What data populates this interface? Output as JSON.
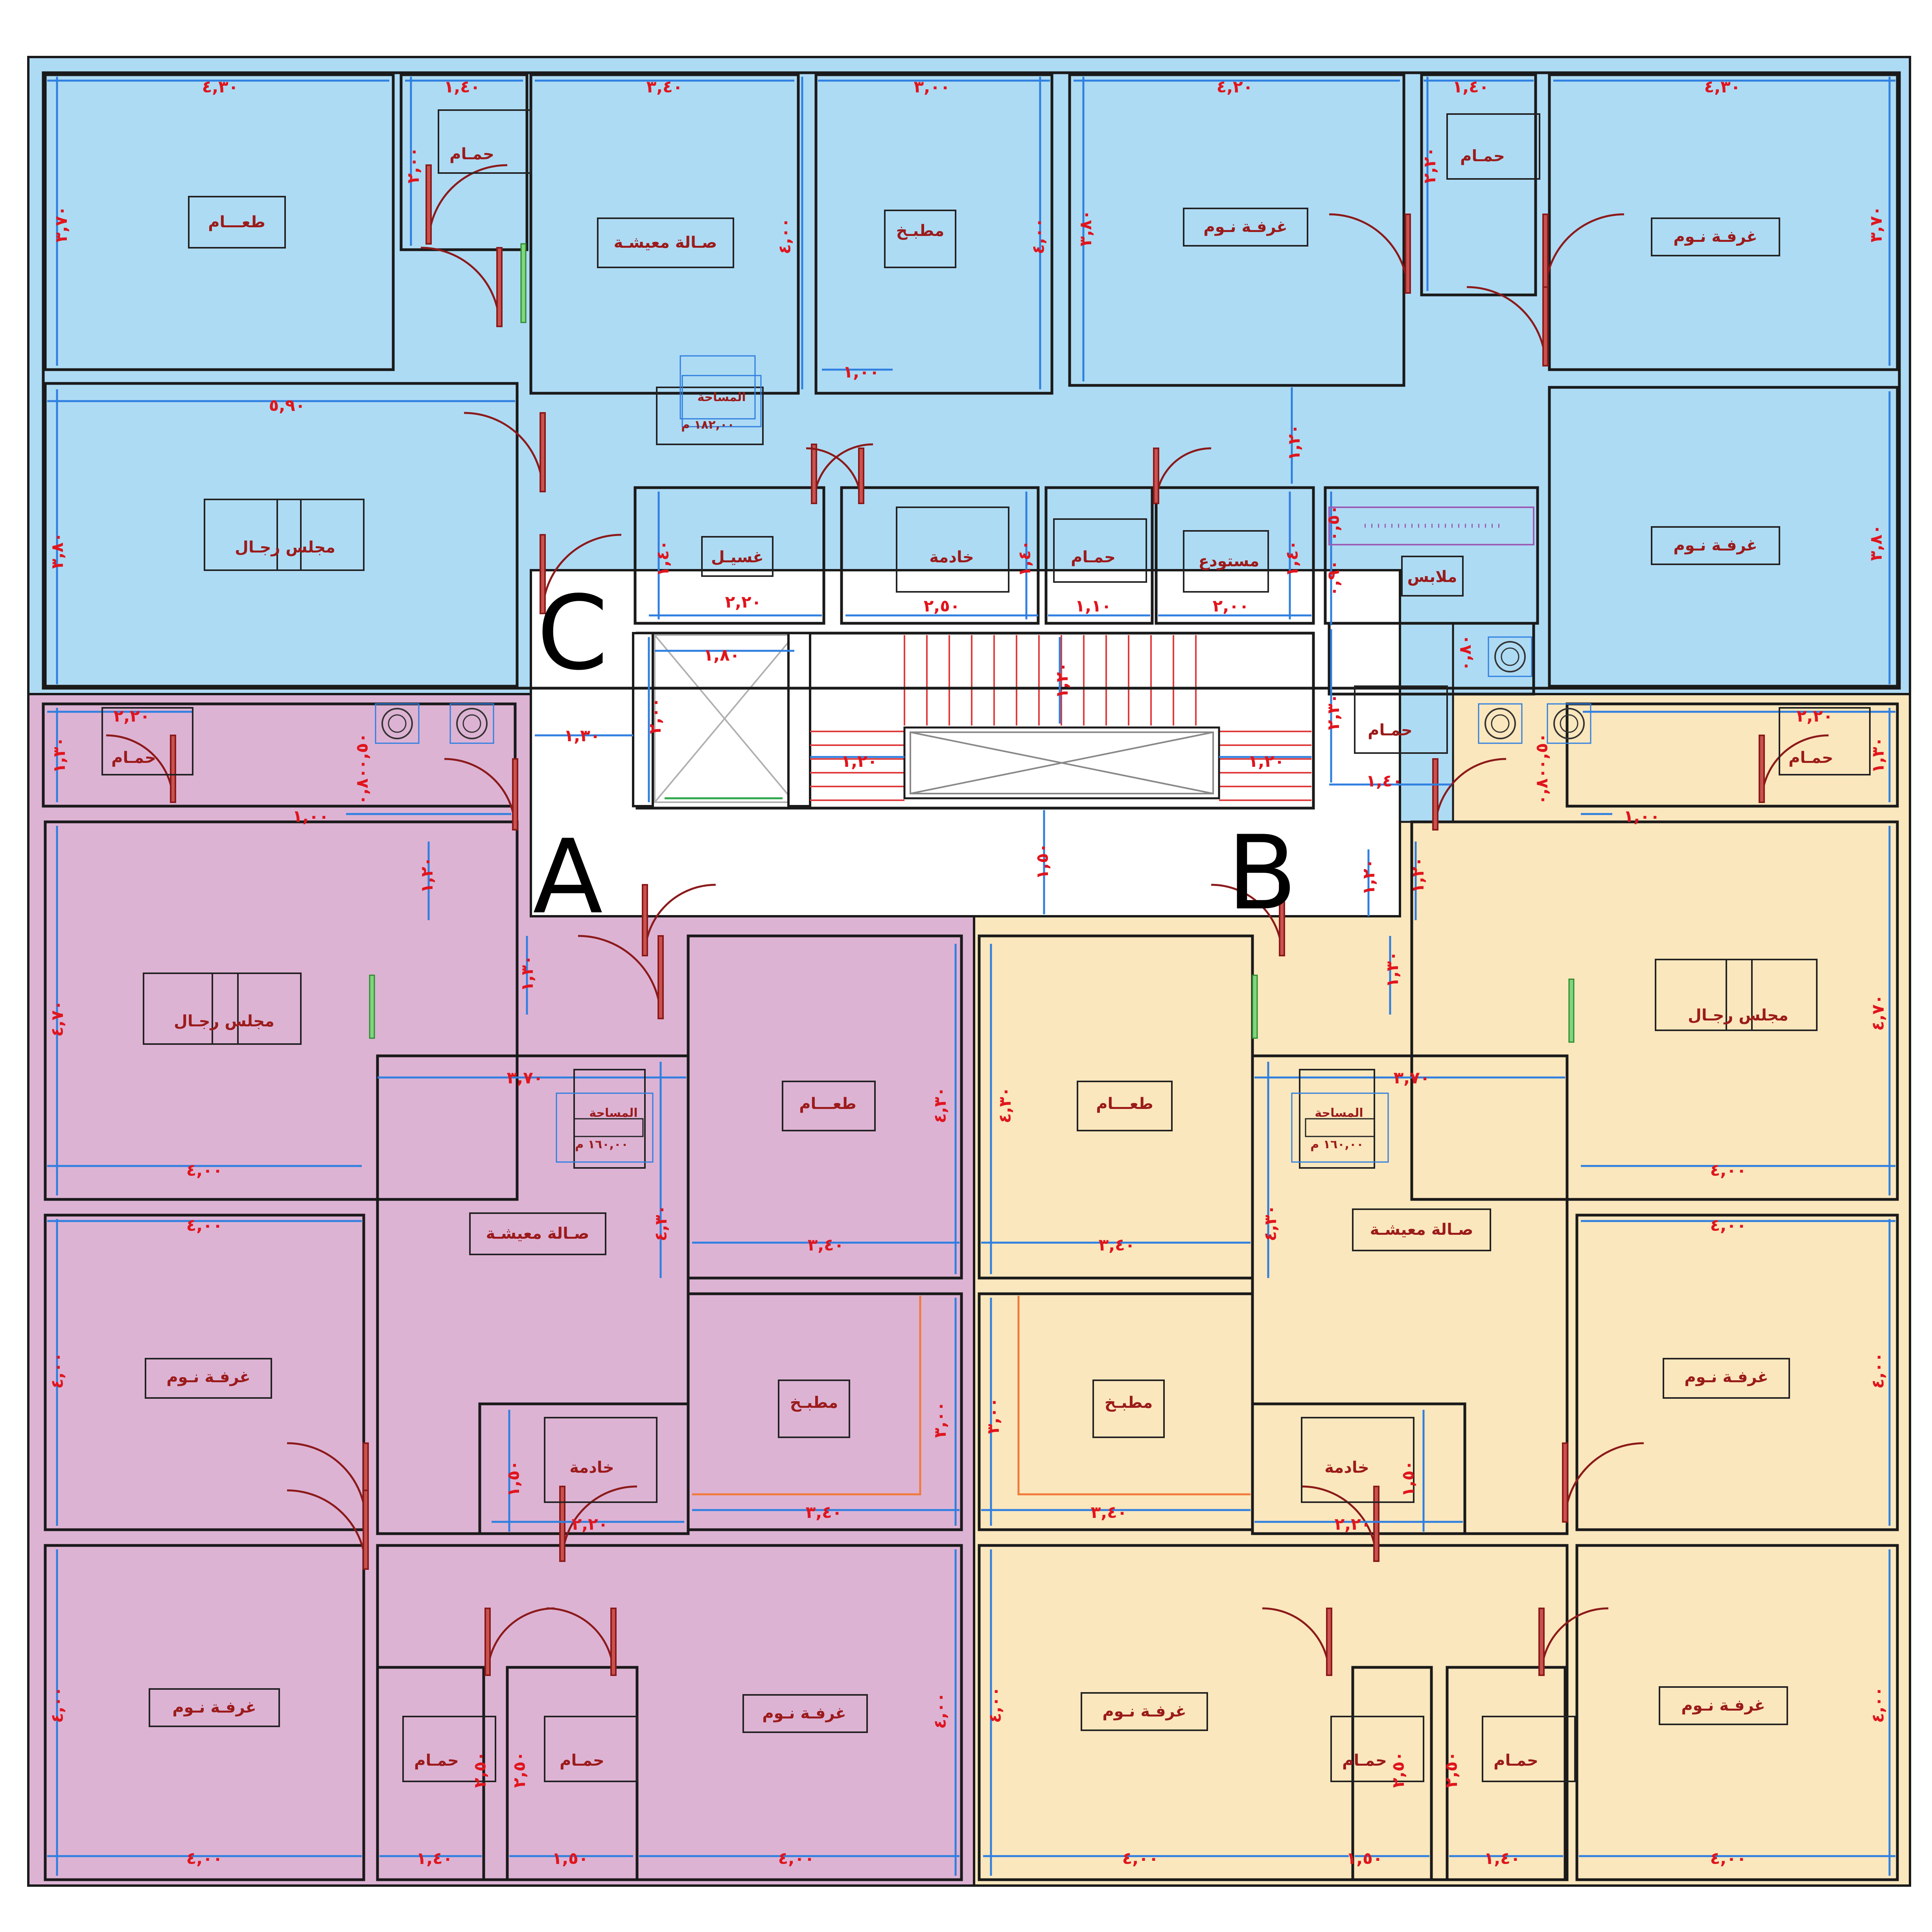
{
  "colors": {
    "unit_c": "#aedbf4",
    "unit_a": "#ddb3d4",
    "unit_b": "#fbe7bd",
    "wall": "#1a1a1a",
    "dimension_line": "#2f7fe0",
    "dimension_text": "#e0151d",
    "room_label": "#9b1b1b",
    "door": "#8b1a1a"
  },
  "units": {
    "a": "A",
    "b": "B",
    "c": "C"
  },
  "unit_c": {
    "rooms": {
      "dining": "طعـــام",
      "bath_top": "حمـام",
      "living": "صـالة معيشـة",
      "kitchen": "مطبـخ",
      "bed1": "غرفـة نـوم",
      "bath_right": "حمـام",
      "bed2": "غرفـة نـوم",
      "majlis": "مجلس رجـال",
      "laundry": "غسيـل",
      "maid": "خادمة",
      "bath_mid": "حمـام",
      "storage": "مستودع",
      "closet": "ملابس",
      "bed3": "غرفـة نـوم",
      "bath_low": "حمـام"
    },
    "area_title": "المساحة",
    "area_value": "١٨٢,٠٠ م",
    "dims": {
      "d1": "٤,٣٠",
      "d2": "١,٤٠",
      "d3": "٣,٤٠",
      "d4": "٣,٠٠",
      "d5": "٤,٢٠",
      "d6": "١,٤٠",
      "d7": "٤,٣٠",
      "d8": "٣,٧٠",
      "d9": "٢,٠٠",
      "d10": "٤,٠٠",
      "d11": "٤,٠٠",
      "d12": "٣,٨٠",
      "d13": "٢,٢٠",
      "d14": "٣,٧٠",
      "d15": "١,٠٠",
      "d16": "٥,٩٠",
      "d17": "٣,٨٠",
      "d18": "١,٢٠",
      "d19": "٣,٨٠",
      "d20": "١,٤٠",
      "d21": "٢,٢٠",
      "d22": "١,٤٠",
      "d23": "٢,٥٠",
      "d24": "١,١٠",
      "d25": "١,٤٠",
      "d26": "٢,٠٠",
      "d27": "٠,٥٠",
      "d28": "٠,٩٠",
      "d29": "٠,٨٠",
      "d30": "٢,٣٠",
      "d31": "١,٤٠"
    }
  },
  "core": {
    "dims": {
      "d1": "١,٨٠",
      "d2": "٢,٠٠",
      "d3": "١,٣٠",
      "d4": "١,٢٠",
      "d5": "١,٢٠",
      "d6": "١,٢٠",
      "d7": "١,٥٠",
      "d8": "١,٢٠"
    }
  },
  "unit_a": {
    "rooms": {
      "bath_top": "حمـام",
      "majlis": "مجلس رجـال",
      "dining": "طعـــام",
      "living": "صـالة معيشـة",
      "bed1": "غرفـة نـوم",
      "kitchen": "مطبـخ",
      "maid": "خادمة",
      "bed2": "غرفـة نـوم",
      "bath1": "حمـام",
      "bath2": "حمـام",
      "bed3": "غرفـة نـوم"
    },
    "area_title": "المساحة",
    "area_value": "١٦٠,٠٠ م",
    "dims": {
      "d1": "٢,٢٠",
      "d2": "١,٣٠",
      "d3": "٠,٥٠",
      "d4": "٠,٨٠",
      "d5": "١,٠٠",
      "d6": "١,٢٠",
      "d7": "٤,٧٠",
      "d8": "١,٣٠",
      "d9": "٣,٧٠",
      "d10": "٤,٣٠",
      "d11": "٤,٠٠",
      "d12": "٤,٣٠",
      "d13": "٣,٤٠",
      "d14": "٤,٠٠",
      "d15": "٤,٠٠",
      "d16": "٣,٠٠",
      "d17": "١,٥٠",
      "d18": "٢,٢٠",
      "d19": "٣,٤٠",
      "d20": "٤,٠٠",
      "d21": "٢,٥٠",
      "d22": "٢,٥٠",
      "d23": "٤,٠٠",
      "d24": "٤,٠٠",
      "d25": "١,٤٠",
      "d26": "١,٥٠",
      "d27": "٤,٠٠"
    }
  },
  "unit_b": {
    "rooms": {
      "bath_top": "حمـام",
      "majlis": "مجلس رجـال",
      "dining": "طعـــام",
      "living": "صـالة معيشـة",
      "bed1": "غرفـة نـوم",
      "kitchen": "مطبـخ",
      "maid": "خادمة",
      "bed2": "غرفـة نـوم",
      "bath1": "حمـام",
      "bath2": "حمـام",
      "bed3": "غرفـة نـوم"
    },
    "area_title": "المساحة",
    "area_value": "١٦٠,٠٠ م",
    "dims": {
      "d1": "٢,٢٠",
      "d2": "١,٣٠",
      "d3": "٠,٥٠",
      "d4": "٠,٨٠",
      "d5": "١,٠٠",
      "d6": "١,٢٠",
      "d7": "٤,٧٠",
      "d8": "١,٣٠",
      "d9": "٣,٧٠",
      "d10": "٤,٣٠",
      "d11": "٤,٠٠",
      "d12": "٤,٣٠",
      "d13": "٣,٤٠",
      "d14": "٤,٠٠",
      "d15": "٤,٠٠",
      "d16": "٣,٠٠",
      "d17": "١,٥٠",
      "d18": "٢,٢٠",
      "d19": "٣,٤٠",
      "d20": "٤,٠٠",
      "d21": "٢,٥٠",
      "d22": "٢,٥٠",
      "d23": "٤,٠٠",
      "d24": "٤,٠٠",
      "d25": "١,٤٠",
      "d26": "١,٥٠",
      "d27": "٤,٠٠"
    }
  }
}
